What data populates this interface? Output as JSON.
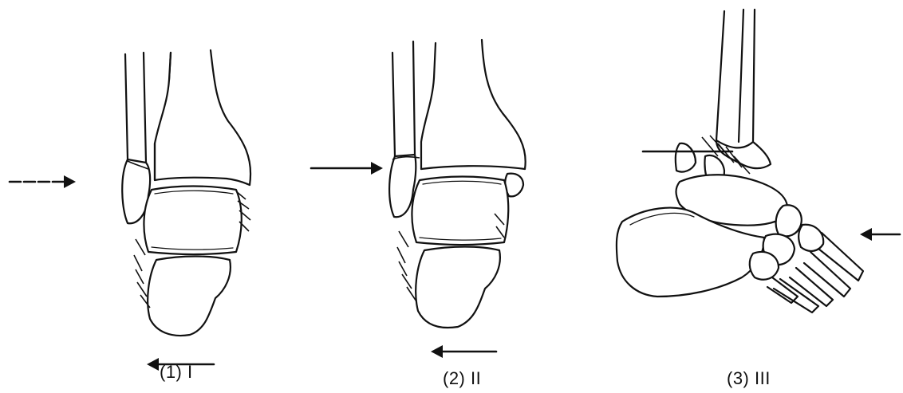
{
  "panels": [
    {
      "caption": "(1) I"
    },
    {
      "caption": "(2) II"
    },
    {
      "caption": "(3) III"
    }
  ]
}
